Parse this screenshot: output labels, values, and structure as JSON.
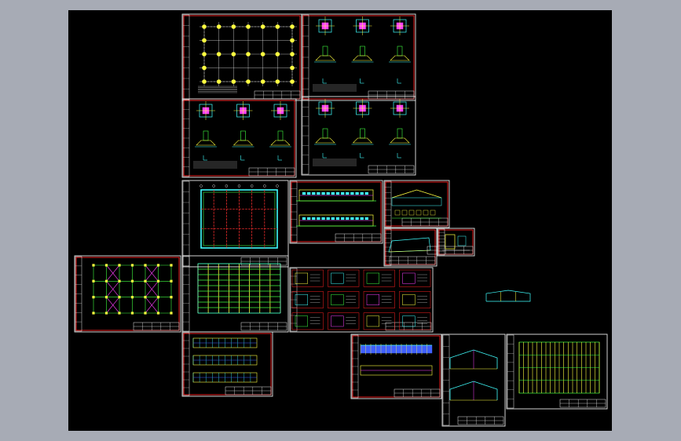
{
  "viewport": {
    "background": "#000000",
    "page_background": "#a7abb5"
  },
  "colors": {
    "frame_border": "#e8e8e8",
    "sheet_border_red": "#ff2020",
    "grid_line": "#ff3030",
    "axis_line": "#ffffff",
    "member_yellow": "#ffff40",
    "member_cyan": "#40ffff",
    "member_green": "#40ff40",
    "member_magenta": "#ff40ff",
    "member_blue": "#4060ff",
    "text_white": "#ffffff"
  },
  "sheets": [
    {
      "id": "foundation-plan",
      "kind": "column-plan"
    },
    {
      "id": "footing-details-1",
      "kind": "footing-details"
    },
    {
      "id": "footing-details-2",
      "kind": "footing-details"
    },
    {
      "id": "footing-details-3",
      "kind": "footing-details"
    },
    {
      "id": "roof-framing-plan",
      "kind": "frame-plan"
    },
    {
      "id": "long-elevation",
      "kind": "elevation"
    },
    {
      "id": "end-elevation",
      "kind": "end-elevation"
    },
    {
      "id": "section-detail-a",
      "kind": "section"
    },
    {
      "id": "section-detail-b",
      "kind": "detail"
    },
    {
      "id": "bracing-plan",
      "kind": "bracing-plan"
    },
    {
      "id": "purlin-plan",
      "kind": "purlin-plan"
    },
    {
      "id": "connection-details",
      "kind": "details-sheet"
    },
    {
      "id": "wall-elevations",
      "kind": "wall-elevations"
    },
    {
      "id": "frame-elevation",
      "kind": "frame-elevation"
    },
    {
      "id": "portal-frame",
      "kind": "portal-frame"
    },
    {
      "id": "roof-panel-plan",
      "kind": "panel-plan"
    },
    {
      "id": "isolated-section",
      "kind": "isolated-section"
    }
  ]
}
